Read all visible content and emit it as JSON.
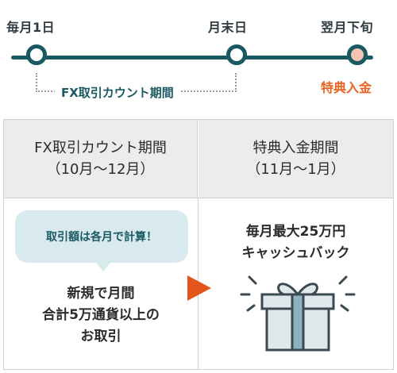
{
  "timeline": {
    "points": [
      "毎月1日",
      "月末日",
      "翌月下旬"
    ],
    "range_label": "FX取引カウント期間",
    "bonus_label": "特典入金"
  },
  "table": {
    "left_header": {
      "line1": "FX取引カウント期間",
      "line2": "（10月～12月）"
    },
    "right_header": {
      "line1": "特典入金期間",
      "line2": "（11月～1月）"
    },
    "bubble_text": "取引額は各月で計算！",
    "condition": {
      "line1": "新規で月間",
      "line2": "合計5万通貨以上の",
      "line3": "お取引"
    },
    "reward": {
      "line1": "毎月最大25万円",
      "line2": "キャッシュバック"
    }
  },
  "colors": {
    "teal": "#1a5962",
    "orange": "#e96322",
    "arrow": "#e2561c",
    "bubble": "#d8eaee",
    "header_bg": "#ececec"
  },
  "icons": {
    "gift": "gift-box-icon",
    "arrow": "right-arrow-icon"
  }
}
